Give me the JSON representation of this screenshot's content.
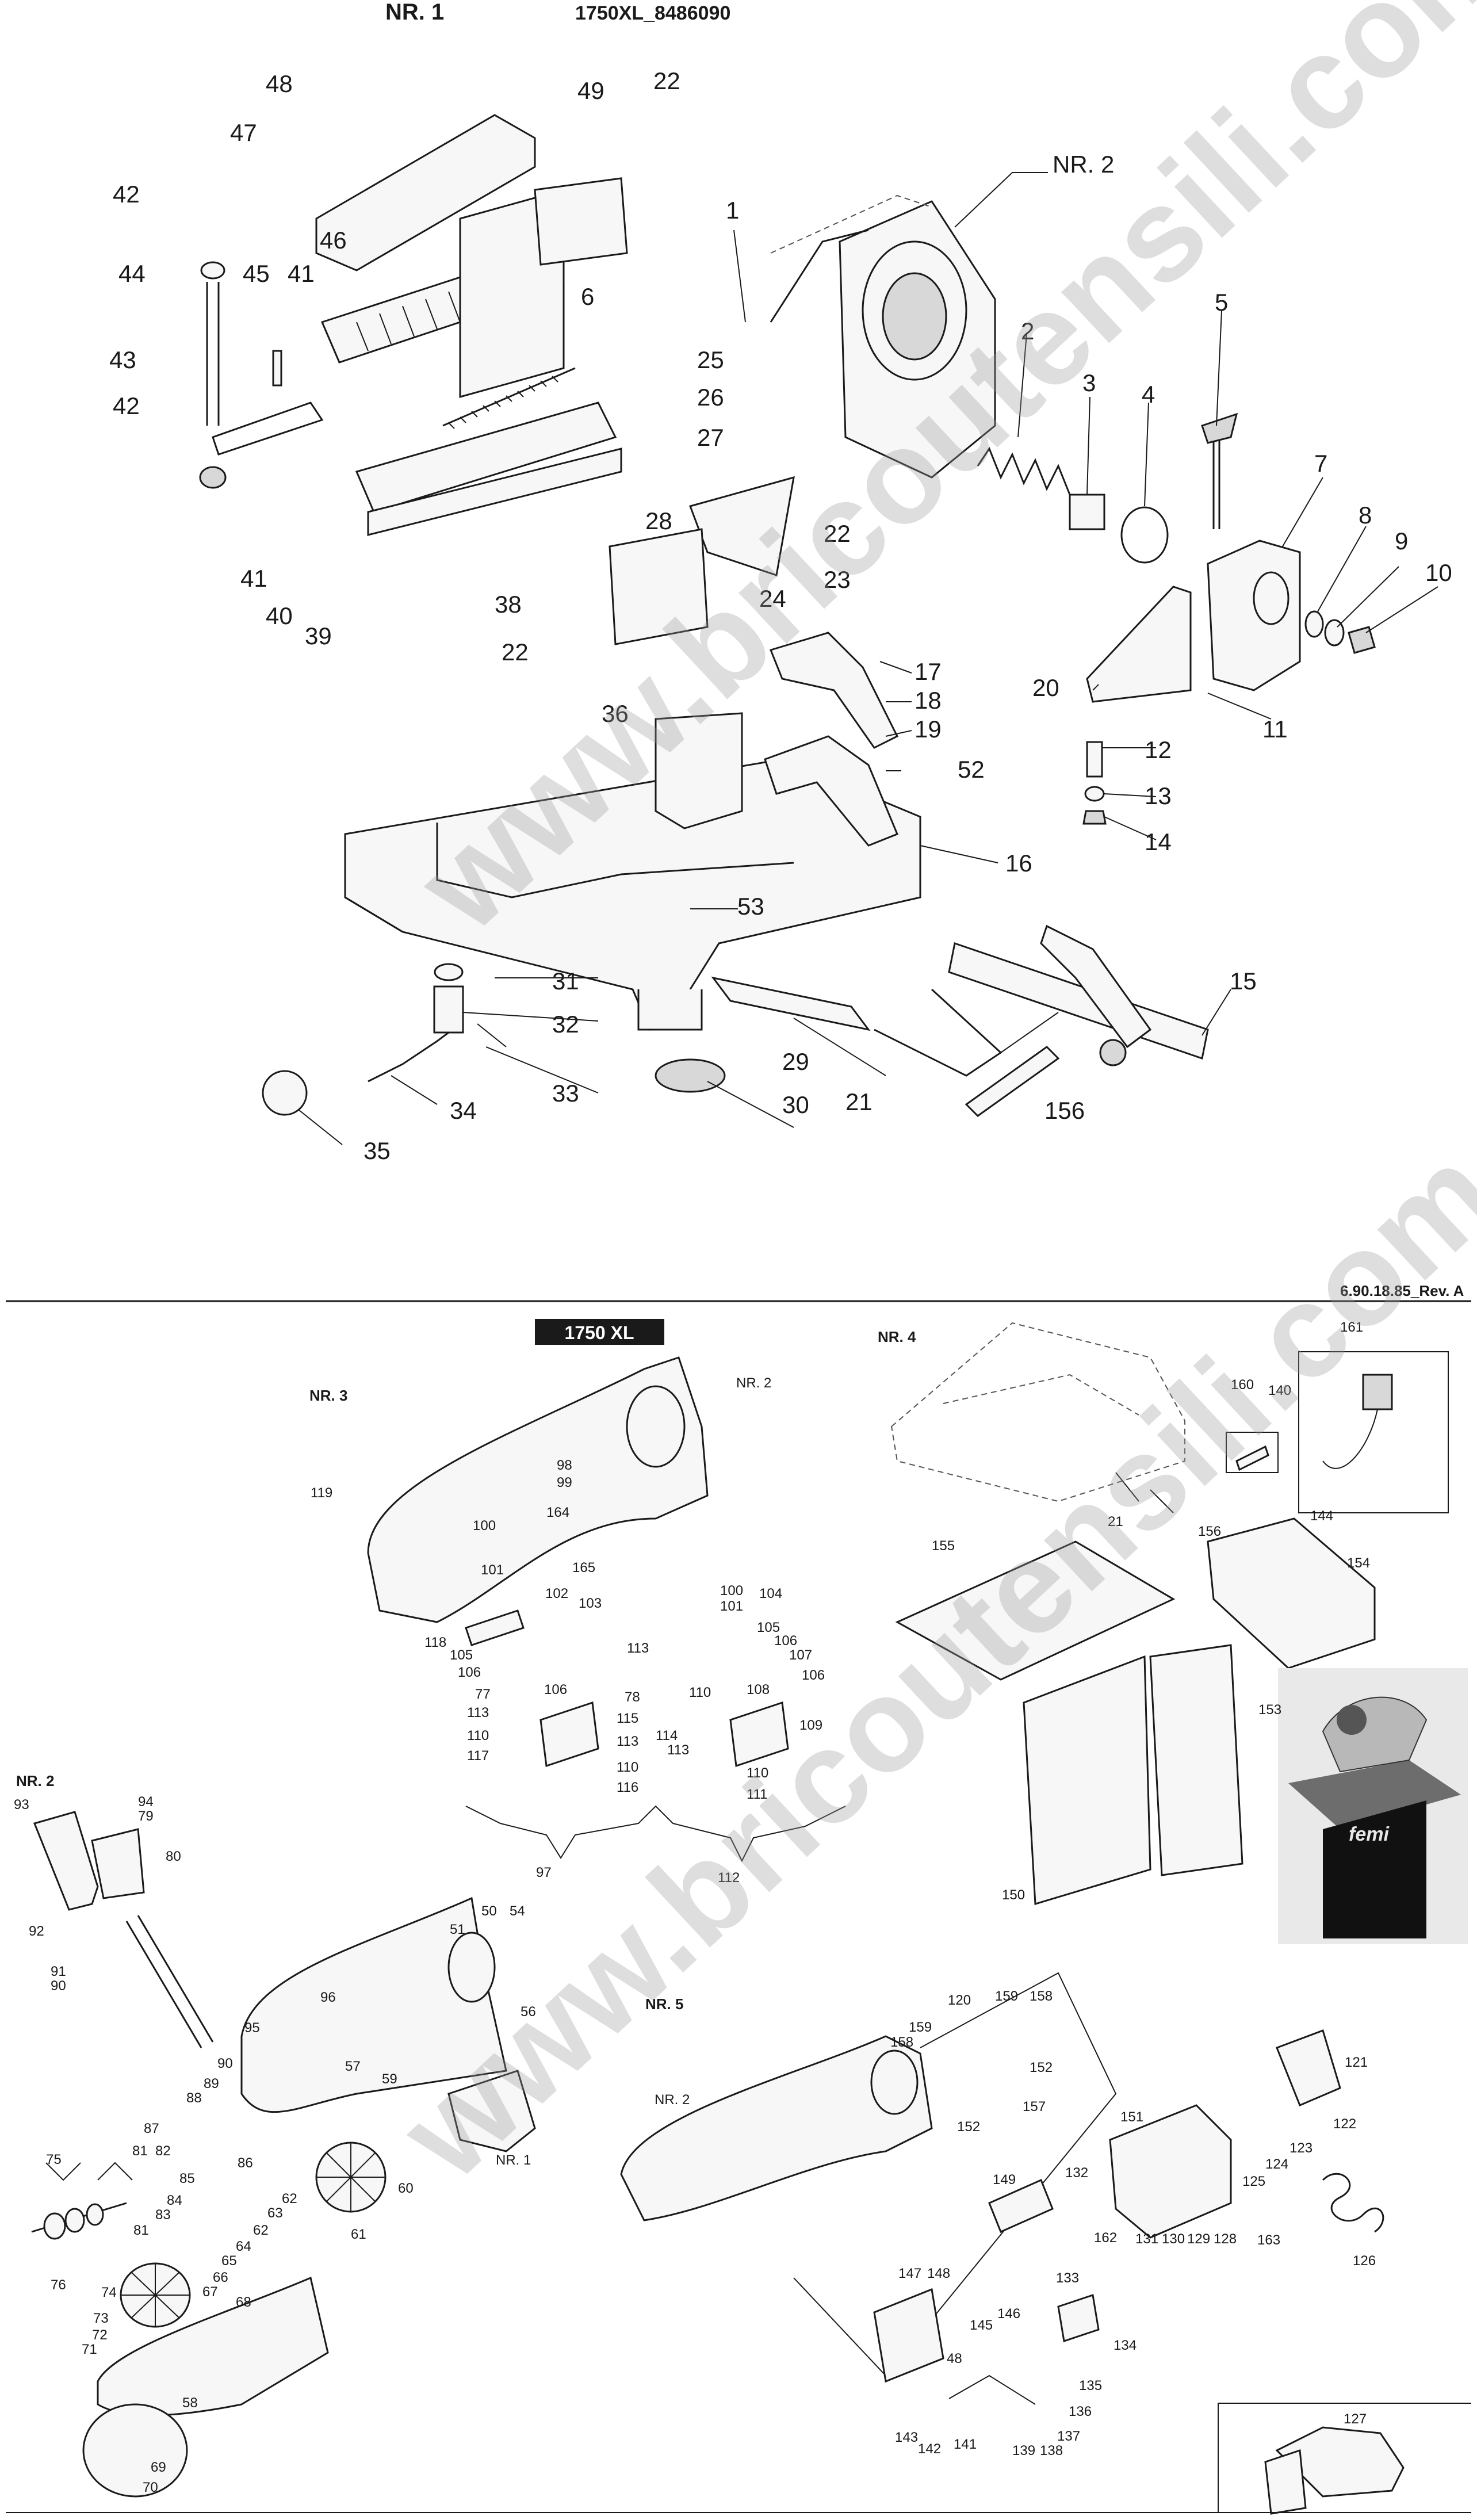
{
  "header": {
    "section_nr1": "NR. 1",
    "model_code": "1750XL_8486090",
    "revision": "6.90.18.85_Rev. A",
    "model_badge": "1750 XL"
  },
  "watermark": {
    "upper": "www.bricoutensili.com",
    "lower": "www.bricoutensili.com"
  },
  "photo": {
    "brand": "femi"
  },
  "sections": {
    "nr2_ref_top": "NR. 2",
    "nr3": "NR. 3",
    "nr3_ref_nr2": "NR. 2",
    "nr4": "NR. 4",
    "nr2_left": "NR. 2",
    "nr2_ref_nr1": "NR. 1",
    "nr5": "NR. 5",
    "nr5_ref_nr2": "NR. 2"
  },
  "callouts_nr1": [
    "1",
    "2",
    "3",
    "4",
    "5",
    "6",
    "7",
    "8",
    "9",
    "10",
    "11",
    "12",
    "13",
    "14",
    "15",
    "16",
    "17",
    "18",
    "19",
    "20",
    "21",
    "22",
    "22",
    "22",
    "23",
    "24",
    "25",
    "26",
    "27",
    "28",
    "29",
    "30",
    "31",
    "32",
    "33",
    "34",
    "35",
    "36",
    "38",
    "39",
    "40",
    "41",
    "41",
    "42",
    "42",
    "43",
    "44",
    "45",
    "46",
    "47",
    "48",
    "49",
    "52",
    "53",
    "156"
  ],
  "callouts_nr3": [
    "119",
    "98",
    "99",
    "100",
    "164",
    "165",
    "101",
    "102",
    "103",
    "118",
    "105",
    "106",
    "77",
    "106",
    "113",
    "110",
    "117",
    "78",
    "115",
    "113",
    "110",
    "116",
    "100",
    "101",
    "104",
    "105",
    "106",
    "107",
    "106",
    "113",
    "110",
    "108",
    "114",
    "109",
    "113",
    "110",
    "111",
    "97",
    "112"
  ],
  "callouts_nr4": [
    "161",
    "160",
    "140",
    "144",
    "21",
    "156",
    "155",
    "154",
    "153",
    "150"
  ],
  "callouts_nr2": [
    "93",
    "94",
    "79",
    "80",
    "92",
    "91",
    "90",
    "95",
    "96",
    "51",
    "50",
    "54",
    "56",
    "89",
    "88",
    "90",
    "87",
    "81",
    "82",
    "86",
    "85",
    "84",
    "83",
    "62",
    "63",
    "62",
    "81",
    "64",
    "65",
    "66",
    "67",
    "68",
    "75",
    "76",
    "74",
    "73",
    "72",
    "71",
    "70",
    "69",
    "58",
    "57",
    "59",
    "60",
    "61"
  ],
  "callouts_nr5": [
    "120",
    "159",
    "158",
    "159",
    "158",
    "152",
    "157",
    "152",
    "121",
    "122",
    "123",
    "124",
    "125",
    "151",
    "126",
    "132",
    "149",
    "162",
    "131",
    "130",
    "129",
    "128",
    "163",
    "147",
    "148",
    "48",
    "145",
    "146",
    "133",
    "134",
    "135",
    "136",
    "137",
    "138",
    "139",
    "141",
    "142",
    "143",
    "127"
  ]
}
